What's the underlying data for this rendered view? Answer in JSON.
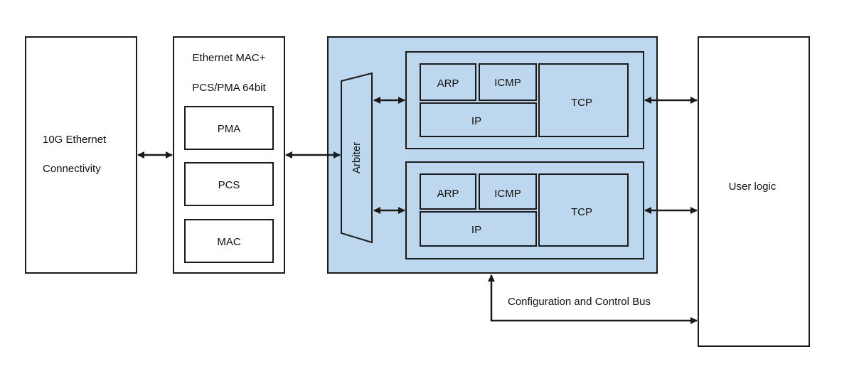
{
  "colors": {
    "stroke": "#1a1a1a",
    "fill_blue": "#bdd7ee",
    "fill_white": "#ffffff"
  },
  "blocks": {
    "ethernet_connectivity": {
      "line1": "10G Ethernet",
      "line2": "Connectivity"
    },
    "mac_pcs": {
      "title_line1": "Ethernet MAC+",
      "title_line2": "PCS/PMA 64bit",
      "pma": "PMA",
      "pcs": "PCS",
      "mac": "MAC"
    },
    "arbiter": "Arbiter",
    "stack_top": {
      "arp": "ARP",
      "icmp": "ICMP",
      "ip": "IP",
      "tcp": "TCP"
    },
    "stack_bottom": {
      "arp": "ARP",
      "icmp": "ICMP",
      "ip": "IP",
      "tcp": "TCP"
    },
    "user_logic": "User logic"
  },
  "bus_label": "Configuration and Control Bus"
}
